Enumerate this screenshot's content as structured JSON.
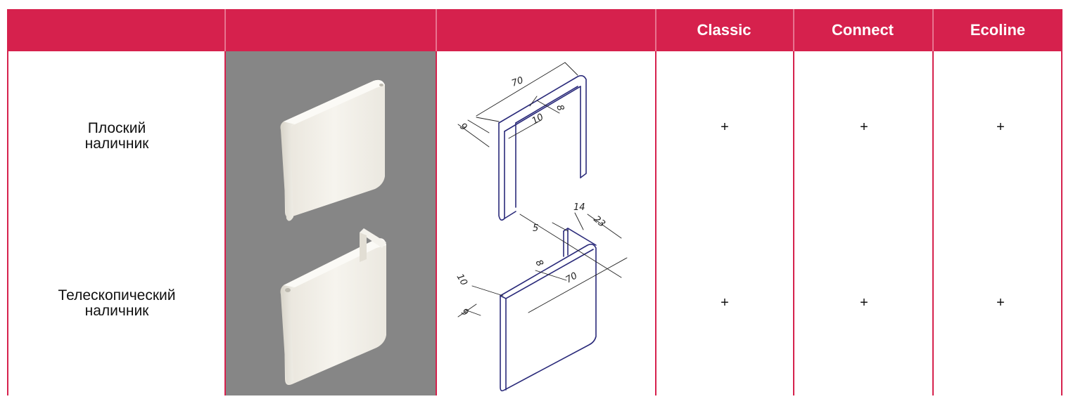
{
  "header": {
    "columns": [
      "",
      "",
      "",
      "Classic",
      "Connect",
      "Ecoline"
    ]
  },
  "rows": [
    {
      "name": "Плоский наличник",
      "name_line1": "Плоский",
      "name_line2": "наличник",
      "classic": "+",
      "connect": "+",
      "ecoline": "+",
      "dimensions": [
        "70",
        "8",
        "10",
        "9"
      ]
    },
    {
      "name": "Телескопический наличник",
      "name_line1": "Телескопический",
      "name_line2": "наличник",
      "classic": "+",
      "connect": "+",
      "ecoline": "+",
      "dimensions": [
        "14",
        "23",
        "5",
        "8",
        "10",
        "70",
        "9"
      ]
    }
  ],
  "colors": {
    "accent": "#d6214d",
    "photo_bg": "#868686",
    "drawing_line": "#2a2a7a"
  }
}
